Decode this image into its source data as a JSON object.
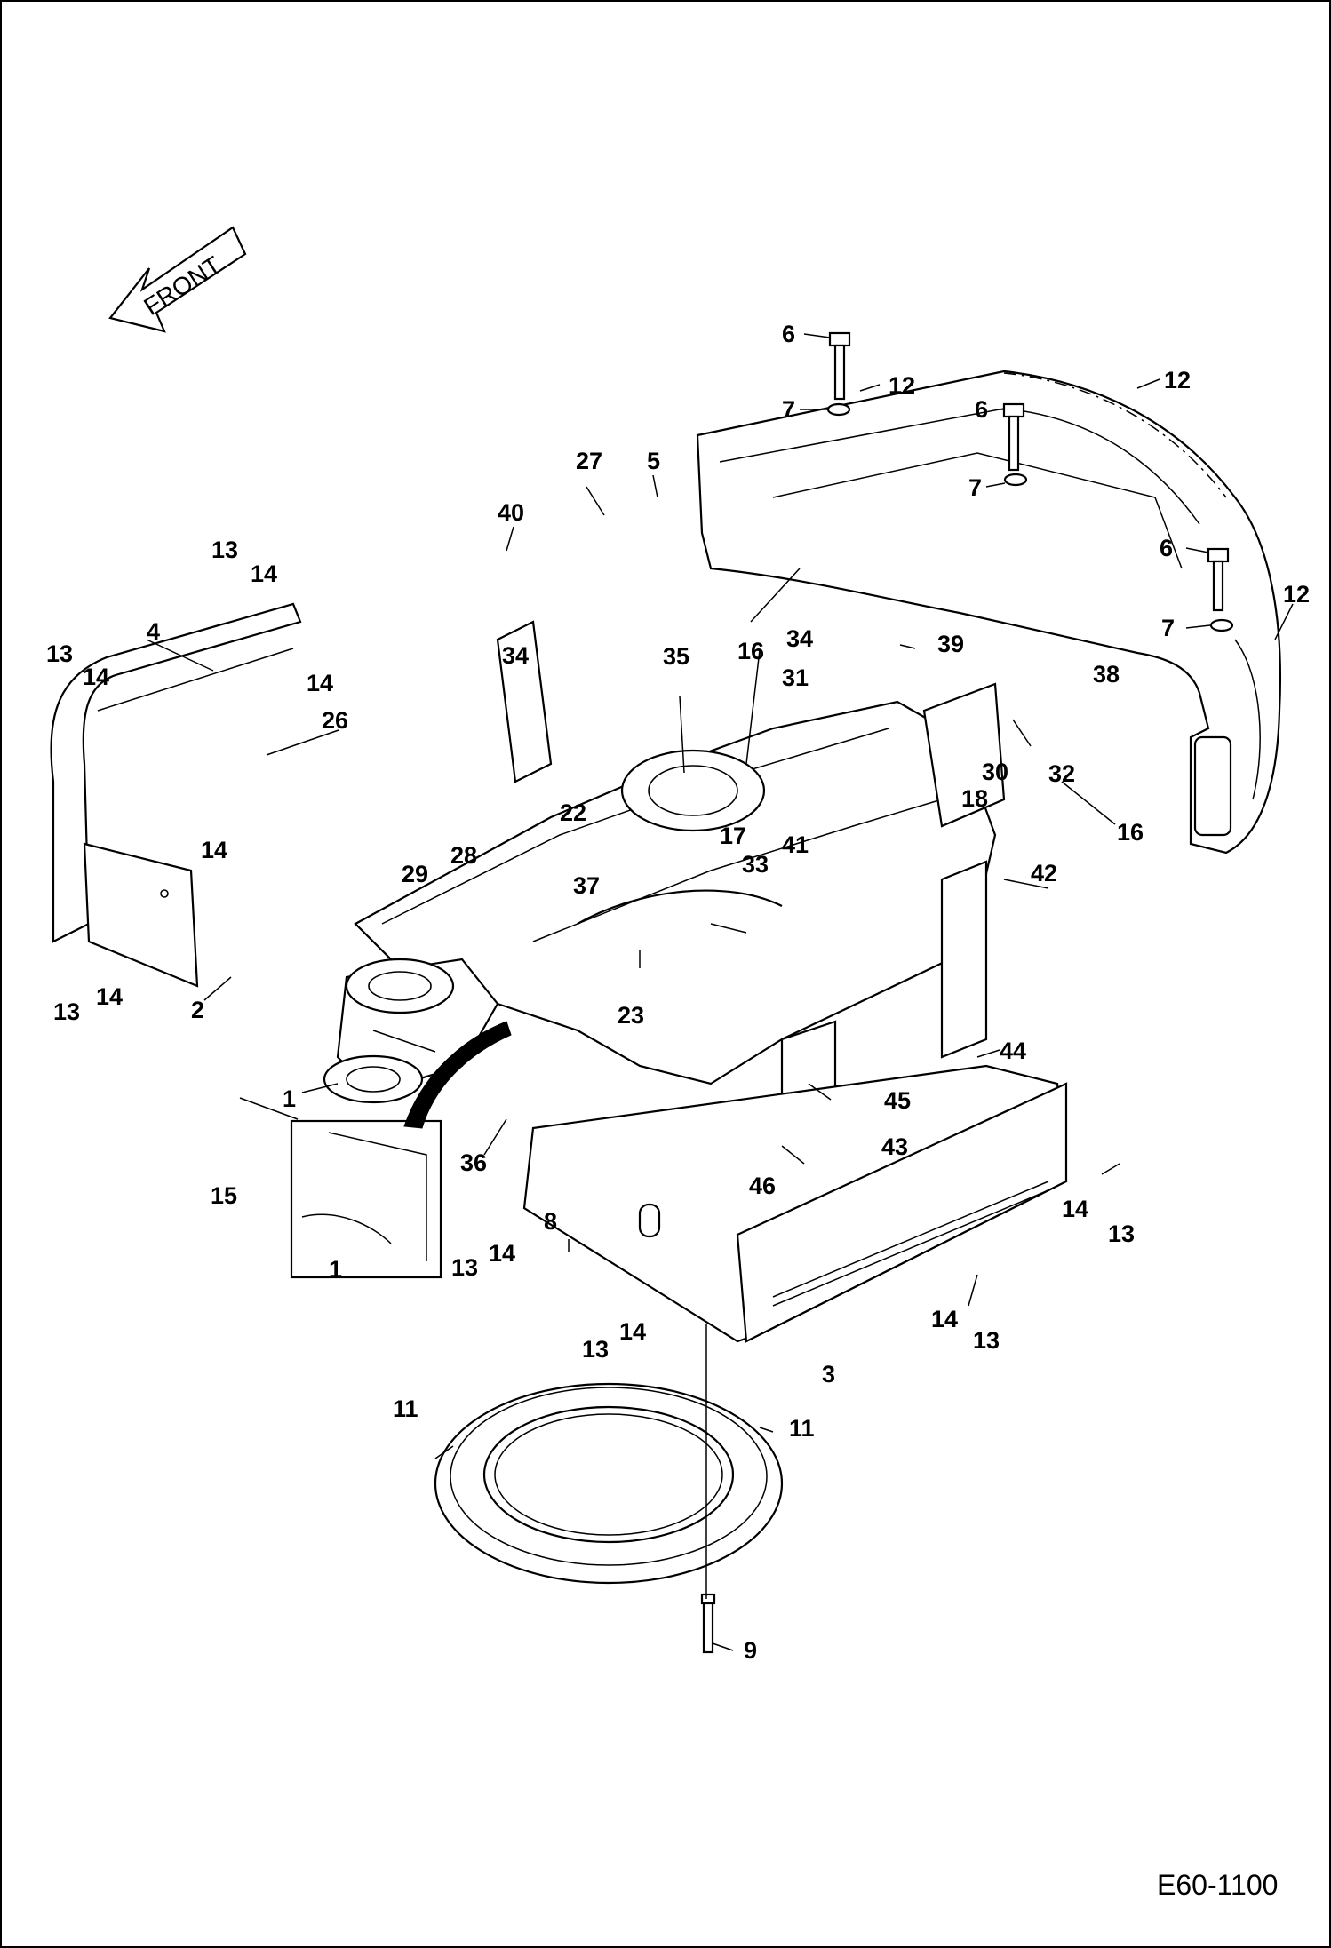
{
  "front_arrow": {
    "text": "FRONT"
  },
  "drawing_code": "E60-1100",
  "callouts": [
    {
      "id": "c6a",
      "text": "6"
    },
    {
      "id": "c12a",
      "text": "12"
    },
    {
      "id": "c7a",
      "text": "7"
    },
    {
      "id": "c6b",
      "text": "6"
    },
    {
      "id": "c12b",
      "text": "12"
    },
    {
      "id": "c7b",
      "text": "7"
    },
    {
      "id": "c6c",
      "text": "6"
    },
    {
      "id": "c7c",
      "text": "7"
    },
    {
      "id": "c12c",
      "text": "12"
    },
    {
      "id": "c27",
      "text": "27"
    },
    {
      "id": "c5",
      "text": "5"
    },
    {
      "id": "c40",
      "text": "40"
    },
    {
      "id": "c13a",
      "text": "13"
    },
    {
      "id": "c14a",
      "text": "14"
    },
    {
      "id": "c4",
      "text": "4"
    },
    {
      "id": "c13b",
      "text": "13"
    },
    {
      "id": "c14b",
      "text": "14"
    },
    {
      "id": "c14c",
      "text": "14"
    },
    {
      "id": "c26",
      "text": "26"
    },
    {
      "id": "c34a",
      "text": "34"
    },
    {
      "id": "c16a",
      "text": "16"
    },
    {
      "id": "c34b",
      "text": "34"
    },
    {
      "id": "c39",
      "text": "39"
    },
    {
      "id": "c31",
      "text": "31"
    },
    {
      "id": "c35",
      "text": "35"
    },
    {
      "id": "c38",
      "text": "38"
    },
    {
      "id": "c30",
      "text": "30"
    },
    {
      "id": "c32",
      "text": "32"
    },
    {
      "id": "c16b",
      "text": "16"
    },
    {
      "id": "c22",
      "text": "22"
    },
    {
      "id": "c18",
      "text": "18"
    },
    {
      "id": "c17",
      "text": "17"
    },
    {
      "id": "c33",
      "text": "33"
    },
    {
      "id": "c41",
      "text": "41"
    },
    {
      "id": "c42",
      "text": "42"
    },
    {
      "id": "c14d",
      "text": "14"
    },
    {
      "id": "c28",
      "text": "28"
    },
    {
      "id": "c29",
      "text": "29"
    },
    {
      "id": "c37",
      "text": "37"
    },
    {
      "id": "c13c",
      "text": "13"
    },
    {
      "id": "c14e",
      "text": "14"
    },
    {
      "id": "c2",
      "text": "2"
    },
    {
      "id": "c23",
      "text": "23"
    },
    {
      "id": "c44",
      "text": "44"
    },
    {
      "id": "c1a",
      "text": "1"
    },
    {
      "id": "c45",
      "text": "45"
    },
    {
      "id": "c43",
      "text": "43"
    },
    {
      "id": "c15",
      "text": "15"
    },
    {
      "id": "c36",
      "text": "36"
    },
    {
      "id": "c46",
      "text": "46"
    },
    {
      "id": "c14f",
      "text": "14"
    },
    {
      "id": "c13d",
      "text": "13"
    },
    {
      "id": "c8",
      "text": "8"
    },
    {
      "id": "c1b",
      "text": "1"
    },
    {
      "id": "c13e",
      "text": "13"
    },
    {
      "id": "c14g",
      "text": "14"
    },
    {
      "id": "c14h",
      "text": "14"
    },
    {
      "id": "c13f",
      "text": "13"
    },
    {
      "id": "c13g",
      "text": "13"
    },
    {
      "id": "c14i",
      "text": "14"
    },
    {
      "id": "c3",
      "text": "3"
    },
    {
      "id": "c11a",
      "text": "11"
    },
    {
      "id": "c11b",
      "text": "11"
    },
    {
      "id": "c9",
      "text": "9"
    }
  ]
}
